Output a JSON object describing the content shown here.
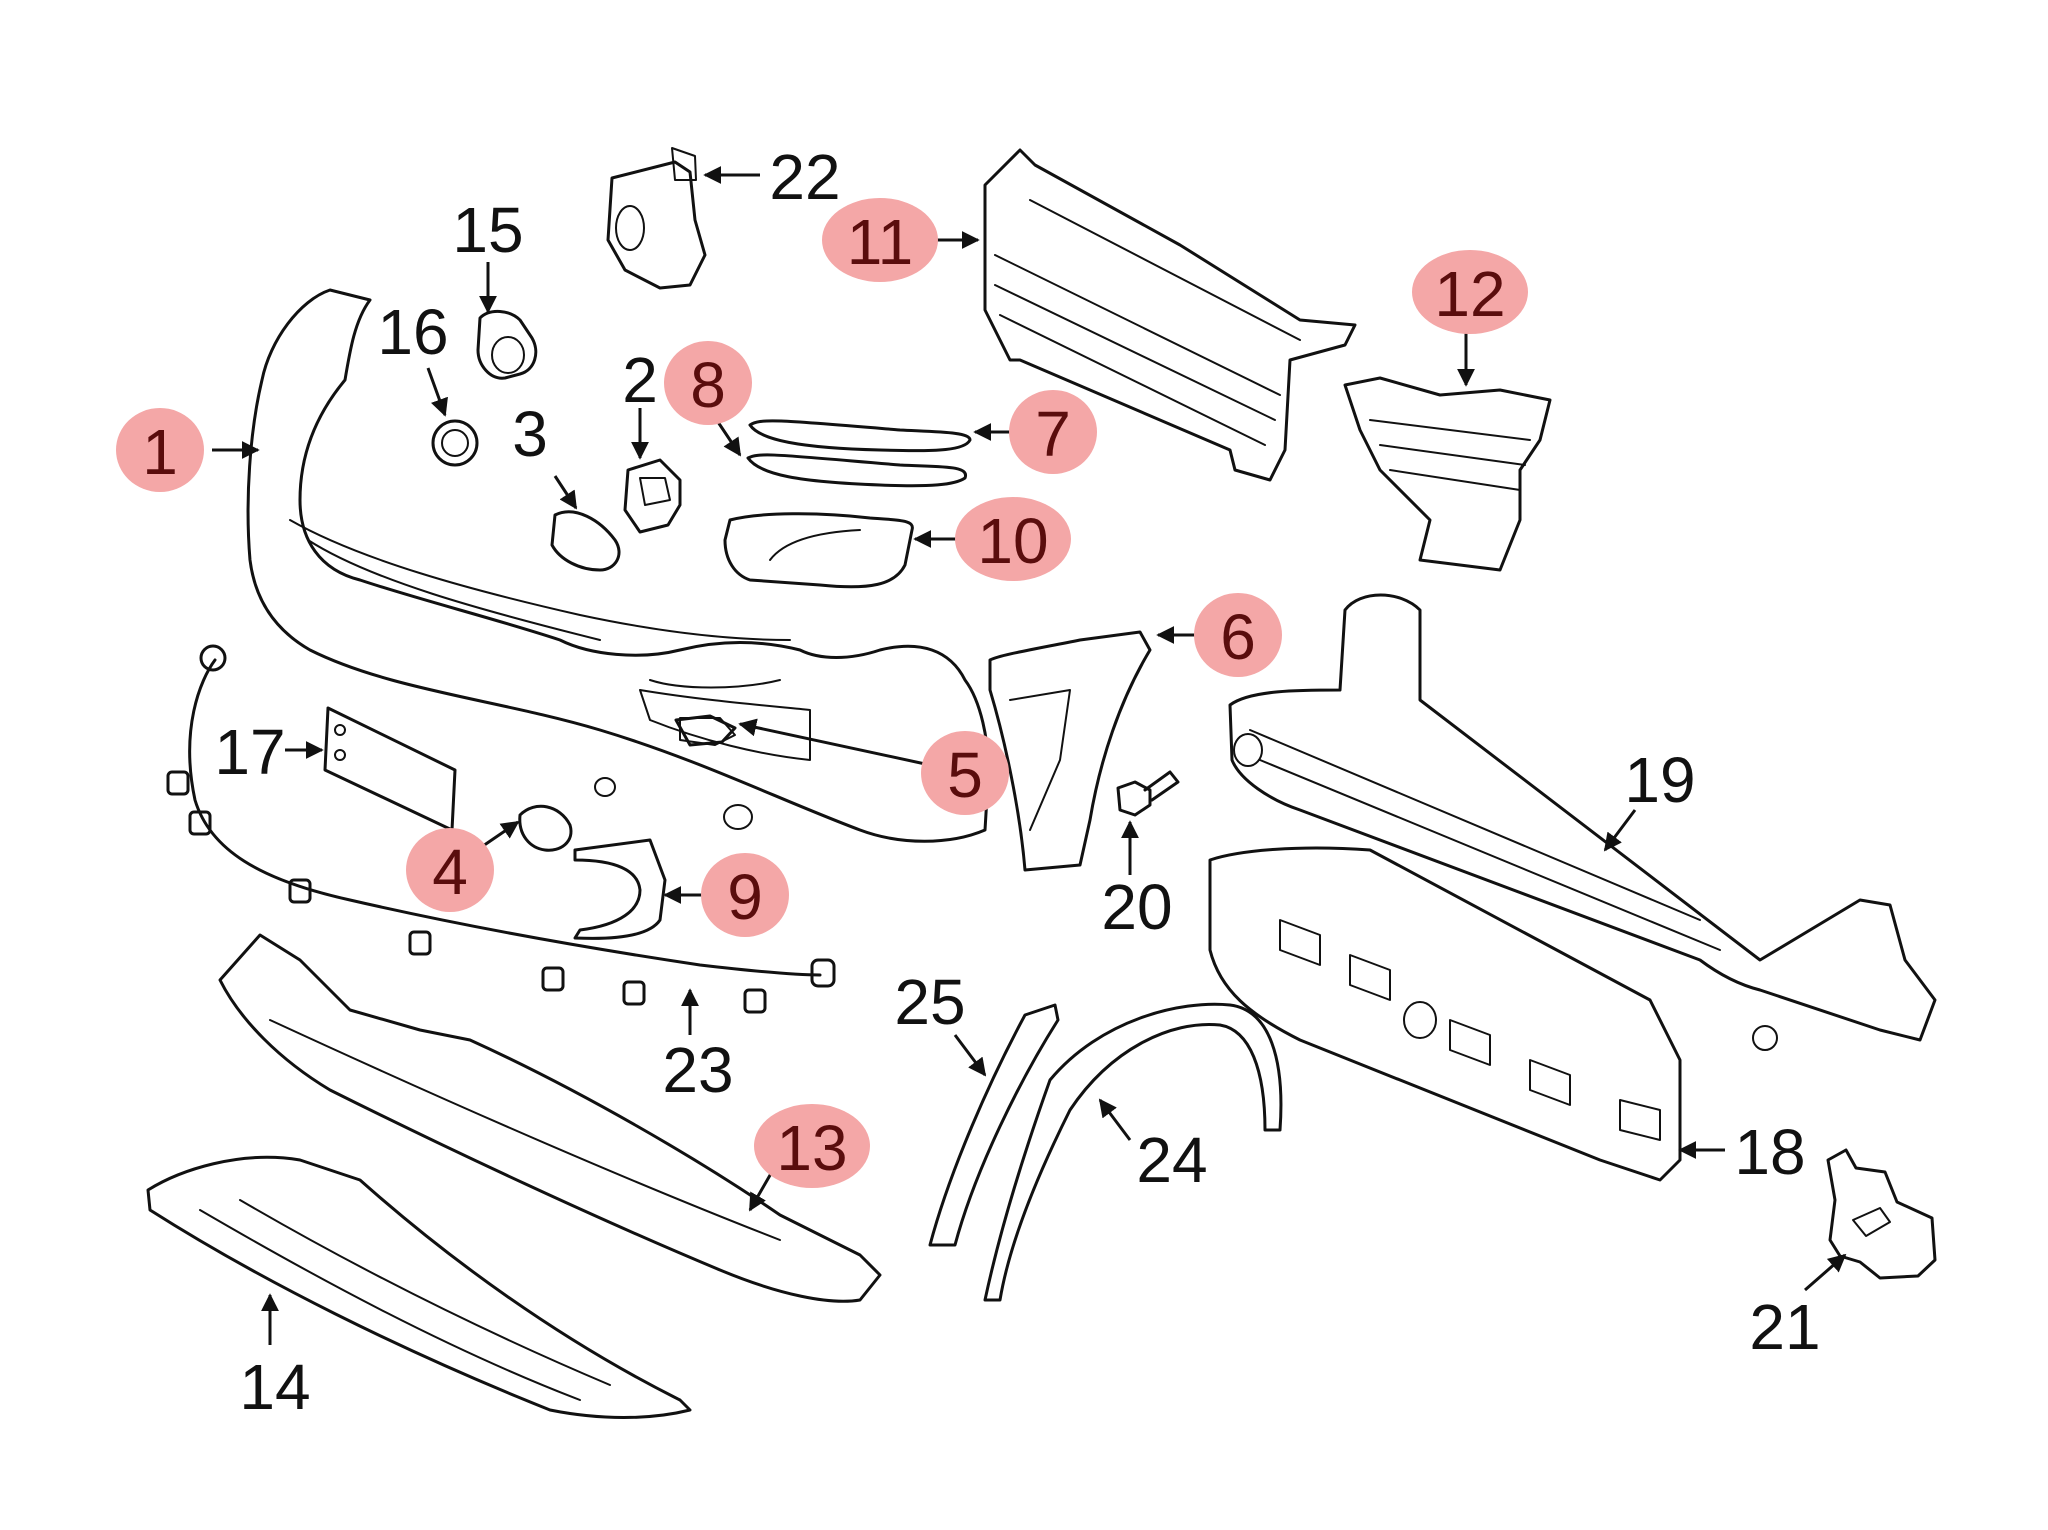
{
  "diagram": {
    "title": "Front bumper assembly exploded parts diagram",
    "colors": {
      "line": "#111111",
      "highlight_fill": "#f4a7a7",
      "highlight_text": "#5a0d0d",
      "plain_text": "#111111",
      "background": "#ffffff"
    },
    "callouts": [
      {
        "id": "1",
        "text": "1",
        "highlighted": true,
        "part": "bumper cover"
      },
      {
        "id": "2",
        "text": "2",
        "highlighted": false,
        "part": "sensor bracket"
      },
      {
        "id": "3",
        "text": "3",
        "highlighted": false,
        "part": "tow hook cap"
      },
      {
        "id": "4",
        "text": "4",
        "highlighted": true,
        "part": "tow eye cover"
      },
      {
        "id": "5",
        "text": "5",
        "highlighted": true,
        "part": "insert"
      },
      {
        "id": "6",
        "text": "6",
        "highlighted": true,
        "part": "side bracket"
      },
      {
        "id": "7",
        "text": "7",
        "highlighted": true,
        "part": "upper trim strip"
      },
      {
        "id": "8",
        "text": "8",
        "highlighted": true,
        "part": "lower trim strip"
      },
      {
        "id": "9",
        "text": "9",
        "highlighted": true,
        "part": "fog lamp bezel"
      },
      {
        "id": "10",
        "text": "10",
        "highlighted": true,
        "part": "lamp housing trim"
      },
      {
        "id": "11",
        "text": "11",
        "highlighted": true,
        "part": "grille"
      },
      {
        "id": "12",
        "text": "12",
        "highlighted": true,
        "part": "side grille"
      },
      {
        "id": "13",
        "text": "13",
        "highlighted": true,
        "part": "lower spoiler"
      },
      {
        "id": "14",
        "text": "14",
        "highlighted": false,
        "part": "splash shield"
      },
      {
        "id": "15",
        "text": "15",
        "highlighted": false,
        "part": "park sensor"
      },
      {
        "id": "16",
        "text": "16",
        "highlighted": false,
        "part": "sensor ring"
      },
      {
        "id": "17",
        "text": "17",
        "highlighted": false,
        "part": "license bracket"
      },
      {
        "id": "18",
        "text": "18",
        "highlighted": false,
        "part": "energy absorber"
      },
      {
        "id": "19",
        "text": "19",
        "highlighted": false,
        "part": "reinforcement bar"
      },
      {
        "id": "20",
        "text": "20",
        "highlighted": false,
        "part": "bolt"
      },
      {
        "id": "21",
        "text": "21",
        "highlighted": false,
        "part": "mount bracket"
      },
      {
        "id": "22",
        "text": "22",
        "highlighted": false,
        "part": "camera bracket"
      },
      {
        "id": "23",
        "text": "23",
        "highlighted": false,
        "part": "wire harness"
      },
      {
        "id": "24",
        "text": "24",
        "highlighted": false,
        "part": "wheel arch moulding"
      },
      {
        "id": "25",
        "text": "25",
        "highlighted": false,
        "part": "arch trim"
      }
    ]
  }
}
